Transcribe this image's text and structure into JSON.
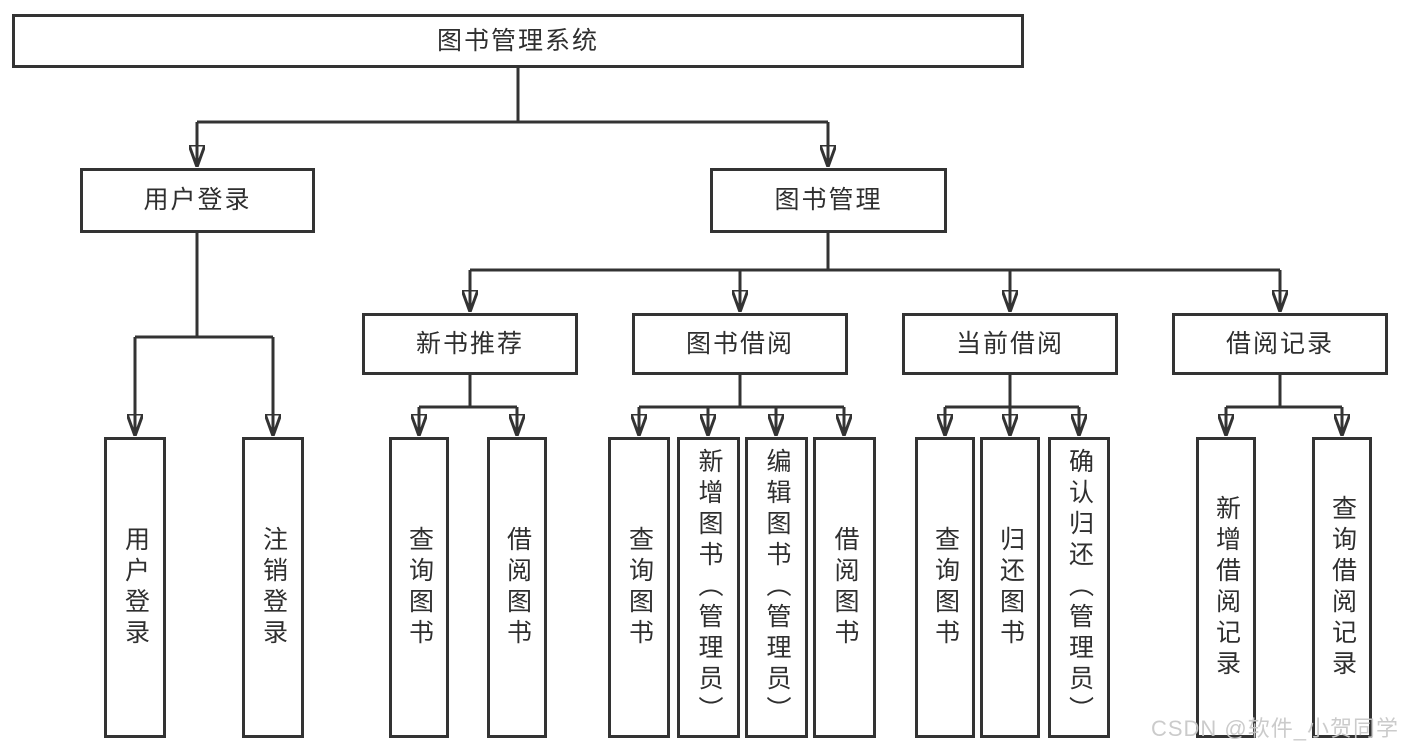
{
  "diagram": {
    "type": "tree",
    "root": {
      "label": "图书管理系统"
    },
    "branches": [
      {
        "label": "用户登录",
        "children": [
          {
            "label": "用户登录"
          },
          {
            "label": "注销登录"
          }
        ]
      },
      {
        "label": "图书管理",
        "children": [
          {
            "label": "新书推荐",
            "children": [
              {
                "label": "查询图书"
              },
              {
                "label": "借阅图书"
              }
            ]
          },
          {
            "label": "图书借阅",
            "children": [
              {
                "label": "查询图书"
              },
              {
                "label": "新增图书（管理员）"
              },
              {
                "label": "编辑图书（管理员）"
              },
              {
                "label": "借阅图书"
              }
            ]
          },
          {
            "label": "当前借阅",
            "children": [
              {
                "label": "查询图书"
              },
              {
                "label": "归还图书"
              },
              {
                "label": "确认归还（管理员）"
              }
            ]
          },
          {
            "label": "借阅记录",
            "children": [
              {
                "label": "新增借阅记录"
              },
              {
                "label": "查询借阅记录"
              }
            ]
          }
        ]
      }
    ],
    "watermark": "CSDN @软件_小贺同学",
    "colors": {
      "line": "#333333",
      "text": "#2f2f2f",
      "watermark": "#c9c9c9",
      "background": "#ffffff"
    }
  }
}
